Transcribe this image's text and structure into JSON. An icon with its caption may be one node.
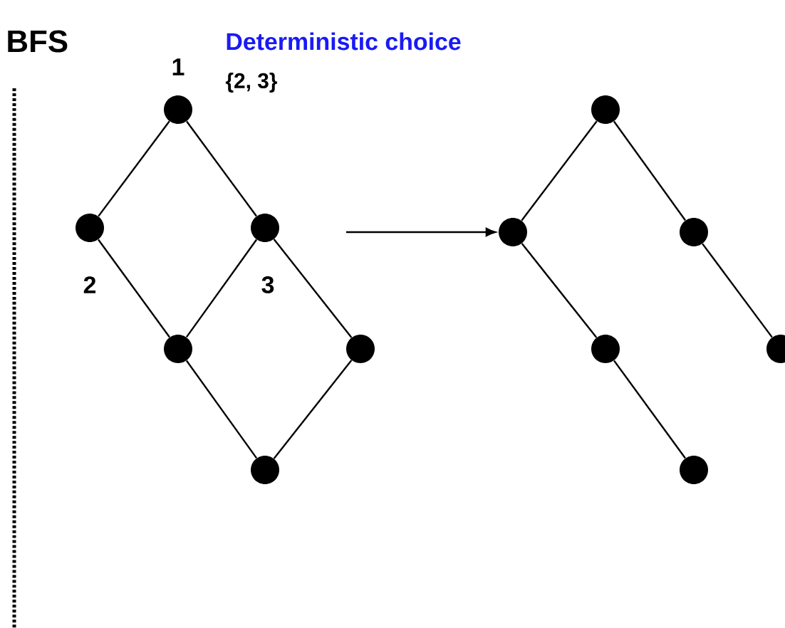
{
  "diagram": {
    "nodes": [
      {
        "text": [],
        "shape": "circle",
        "beside": [
          "1"
        ]
      },
      {
        "text": [],
        "shape": "circle",
        "beside": [
          "2"
        ]
      },
      {
        "text": [],
        "shape": "circle",
        "beside": [
          "3"
        ]
      },
      {
        "text": [],
        "shape": "circle"
      },
      {
        "text": [],
        "shape": "circle"
      },
      {
        "text": [],
        "shape": "circle"
      },
      {
        "text": [],
        "shape": "circle"
      },
      {
        "text": [],
        "shape": "circle"
      },
      {
        "text": [],
        "shape": "circle"
      },
      {
        "text": [],
        "shape": "circle"
      },
      {
        "text": [],
        "shape": "circle"
      },
      {
        "text": [],
        "shape": "circle"
      }
    ],
    "edges": [
      {
        "from": 0,
        "to": 1,
        "arrow": "none"
      },
      {
        "from": 0,
        "to": 2,
        "arrow": "none"
      },
      {
        "from": 1,
        "to": 3,
        "arrow": "none"
      },
      {
        "from": 2,
        "to": 3,
        "arrow": "none"
      },
      {
        "from": 2,
        "to": 4,
        "arrow": "none"
      },
      {
        "from": 3,
        "to": 5,
        "arrow": "none"
      },
      {
        "from": 4,
        "to": 5,
        "arrow": "none"
      },
      {
        "from": null,
        "to": 7,
        "arrow": "to"
      },
      {
        "from": 6,
        "to": 7,
        "arrow": "none"
      },
      {
        "from": 6,
        "to": 8,
        "arrow": "none"
      },
      {
        "from": 7,
        "to": 9,
        "arrow": "none"
      },
      {
        "from": 9,
        "to": 11,
        "arrow": "none"
      },
      {
        "from": 8,
        "to": 10,
        "arrow": "none"
      }
    ],
    "labels": [
      "BFS",
      "Deterministic choice",
      "{2, 3}"
    ]
  }
}
